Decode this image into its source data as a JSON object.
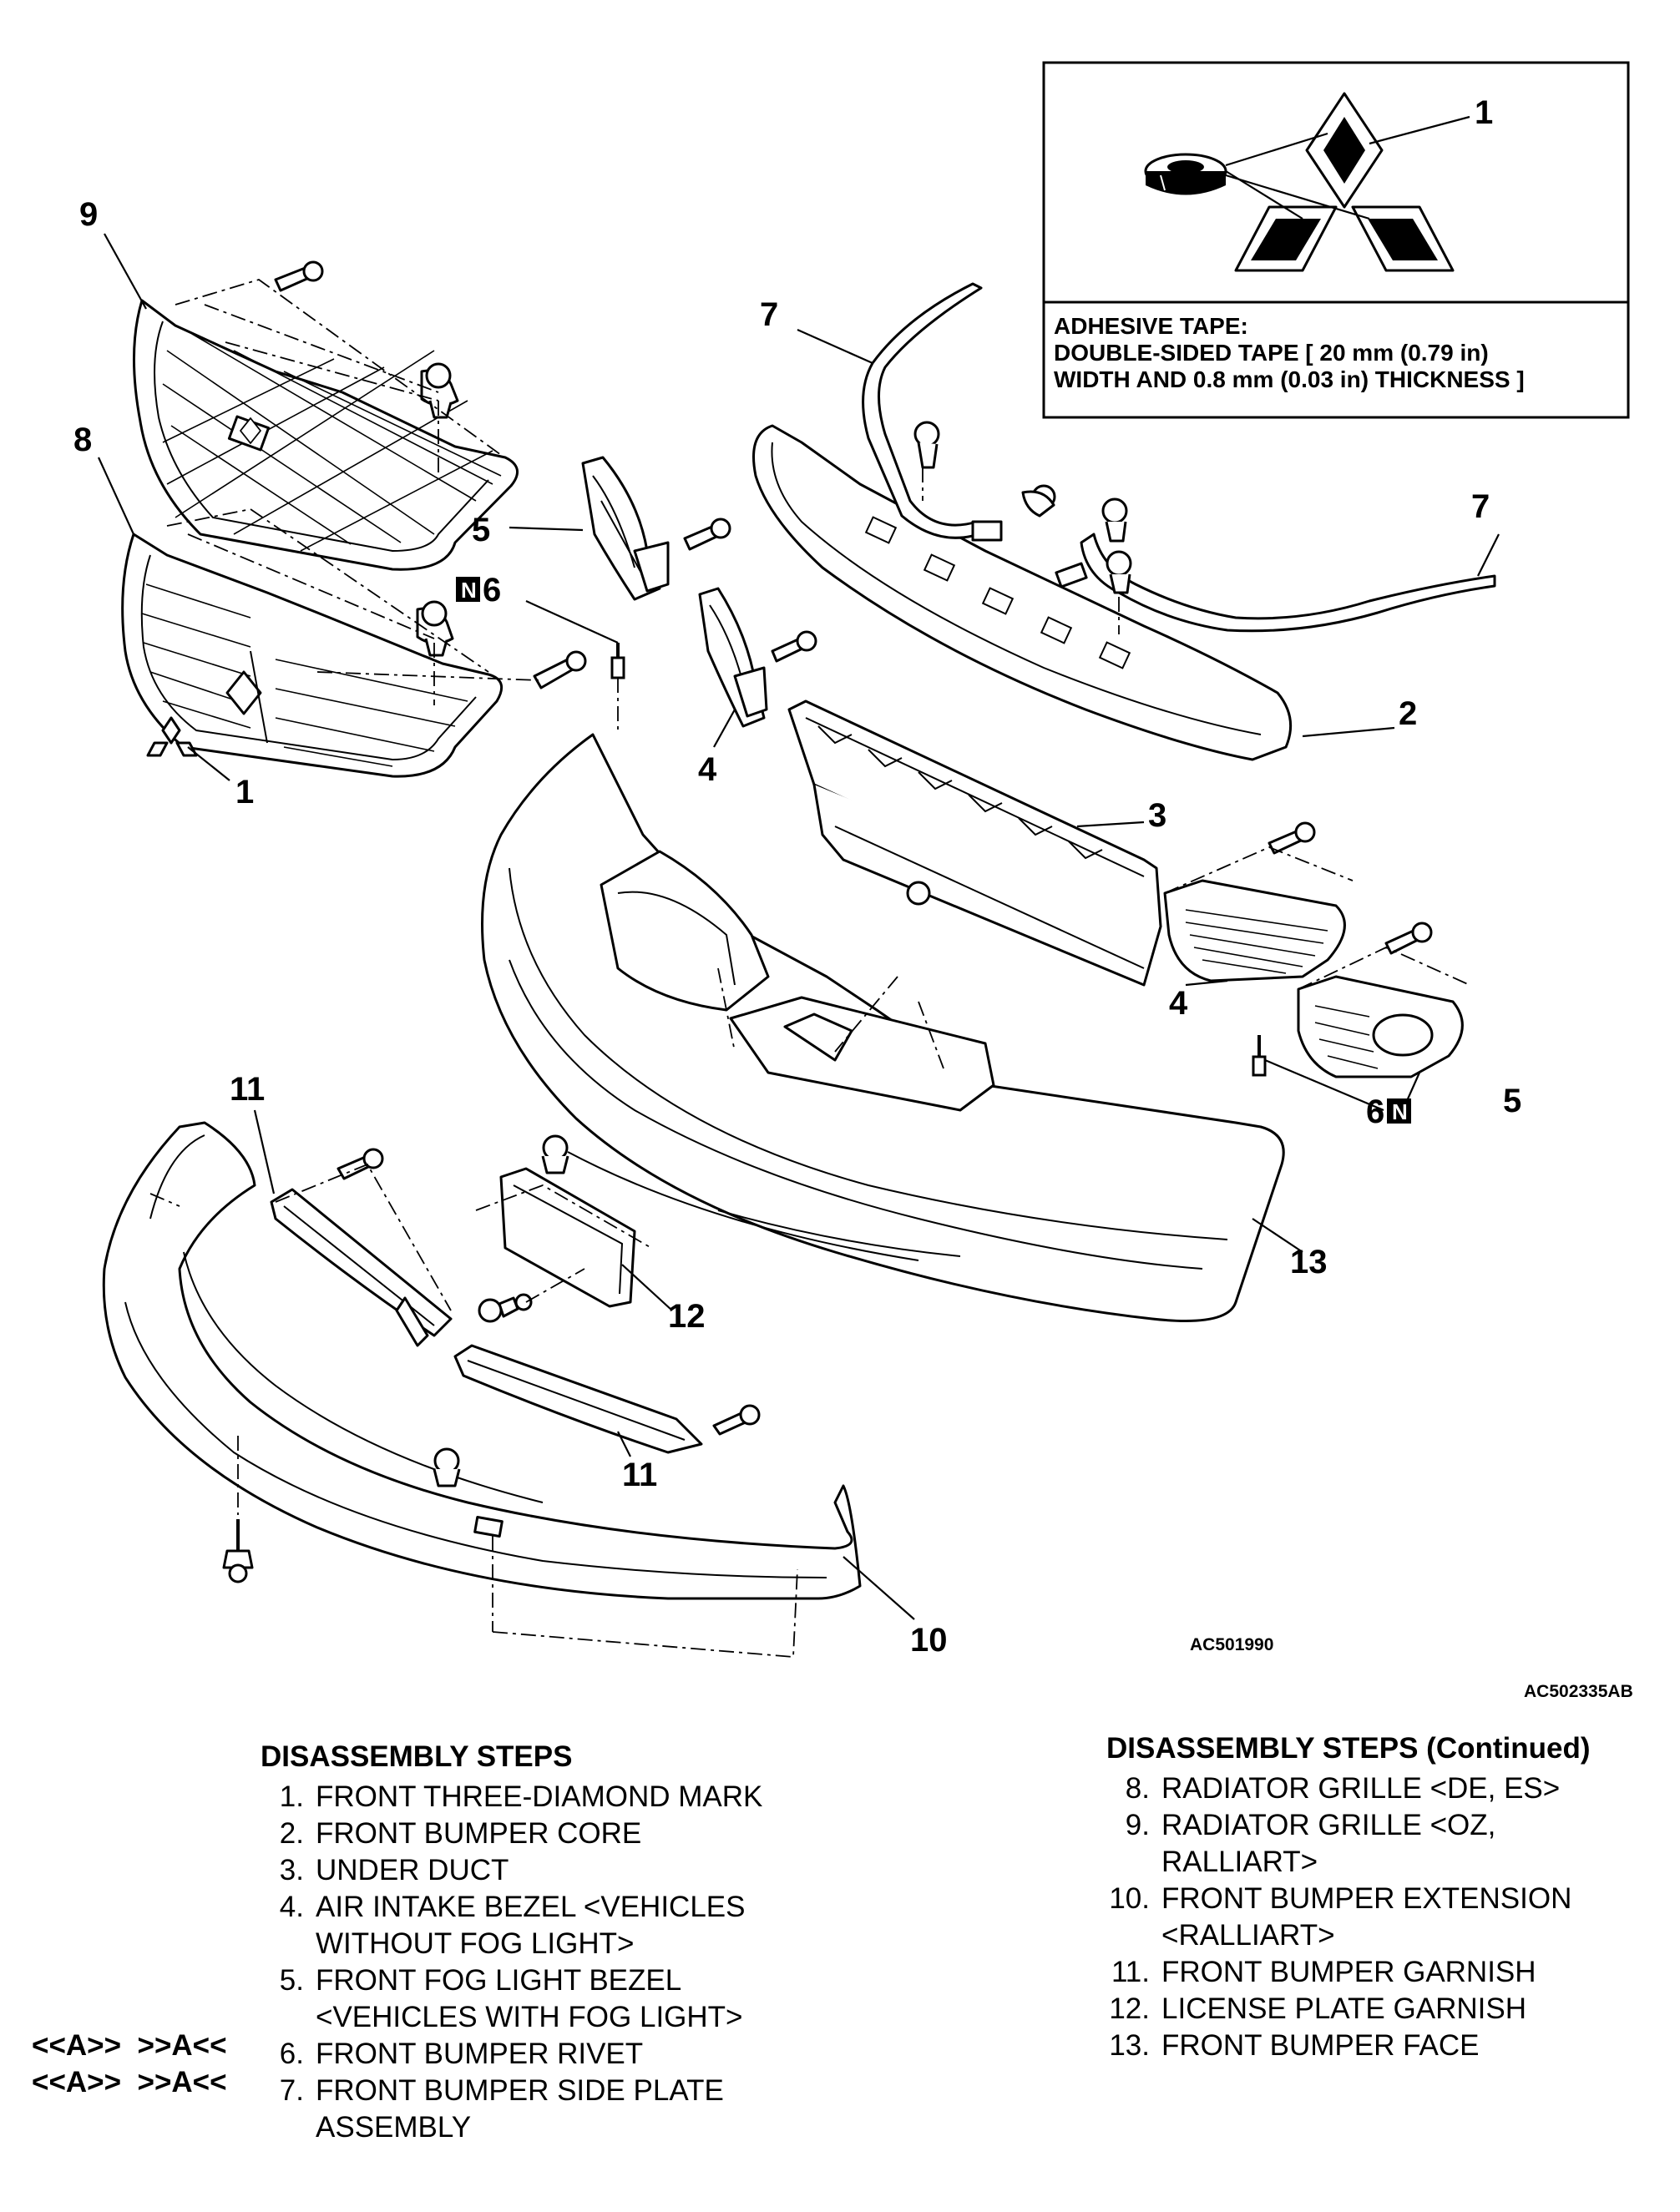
{
  "inset": {
    "callout": "1",
    "note_title": "ADHESIVE TAPE:",
    "note_line1": "DOUBLE-SIDED TAPE [ 20 mm (0.79 in)",
    "note_line2": "WIDTH AND 0.8 mm (0.03 in) THICKNESS ]"
  },
  "callouts": {
    "c1": "1",
    "c2": "2",
    "c3": "3",
    "c4a": "4",
    "c4b": "4",
    "c5a": "5",
    "c5b": "5",
    "c6a": "6",
    "c6b": "6",
    "c7a": "7",
    "c7b": "7",
    "c8": "8",
    "c9": "9",
    "c10": "10",
    "c11a": "11",
    "c11b": "11",
    "c12": "12",
    "c13": "13",
    "new_part_badge": "N"
  },
  "codes": {
    "illustration": "AC501990",
    "figure": "AC502335AB"
  },
  "disassembly": {
    "title": "DISASSEMBLY STEPS",
    "steps": [
      {
        "num": "1.",
        "text": "FRONT THREE-DIAMOND MARK"
      },
      {
        "num": "2.",
        "text": "FRONT BUMPER CORE"
      },
      {
        "num": "3.",
        "text": "UNDER DUCT"
      },
      {
        "num": "4.",
        "text": "AIR INTAKE BEZEL <VEHICLES\nWITHOUT FOG LIGHT>"
      },
      {
        "num": "5.",
        "text": "FRONT FOG LIGHT BEZEL\n<VEHICLES WITH FOG LIGHT>"
      },
      {
        "num": "6.",
        "text": "FRONT BUMPER RIVET"
      },
      {
        "num": "7.",
        "text": "FRONT BUMPER SIDE PLATE\nASSEMBLY"
      }
    ],
    "continued_title": "DISASSEMBLY STEPS (Continued)",
    "continued_steps": [
      {
        "num": "8.",
        "text": "RADIATOR GRILLE <DE, ES>"
      },
      {
        "num": "9.",
        "text": "RADIATOR GRILLE <OZ,\nRALLIART>"
      },
      {
        "num": "10.",
        "text": "FRONT BUMPER EXTENSION\n<RALLIART>"
      },
      {
        "num": "11.",
        "text": "FRONT BUMPER GARNISH"
      },
      {
        "num": "12.",
        "text": "LICENSE PLATE GARNISH"
      },
      {
        "num": "13.",
        "text": "FRONT BUMPER FACE"
      }
    ]
  },
  "refs": [
    {
      "removal": "<<A>>",
      "install": ">>A<<"
    },
    {
      "removal": "<<A>>",
      "install": ">>A<<"
    }
  ]
}
